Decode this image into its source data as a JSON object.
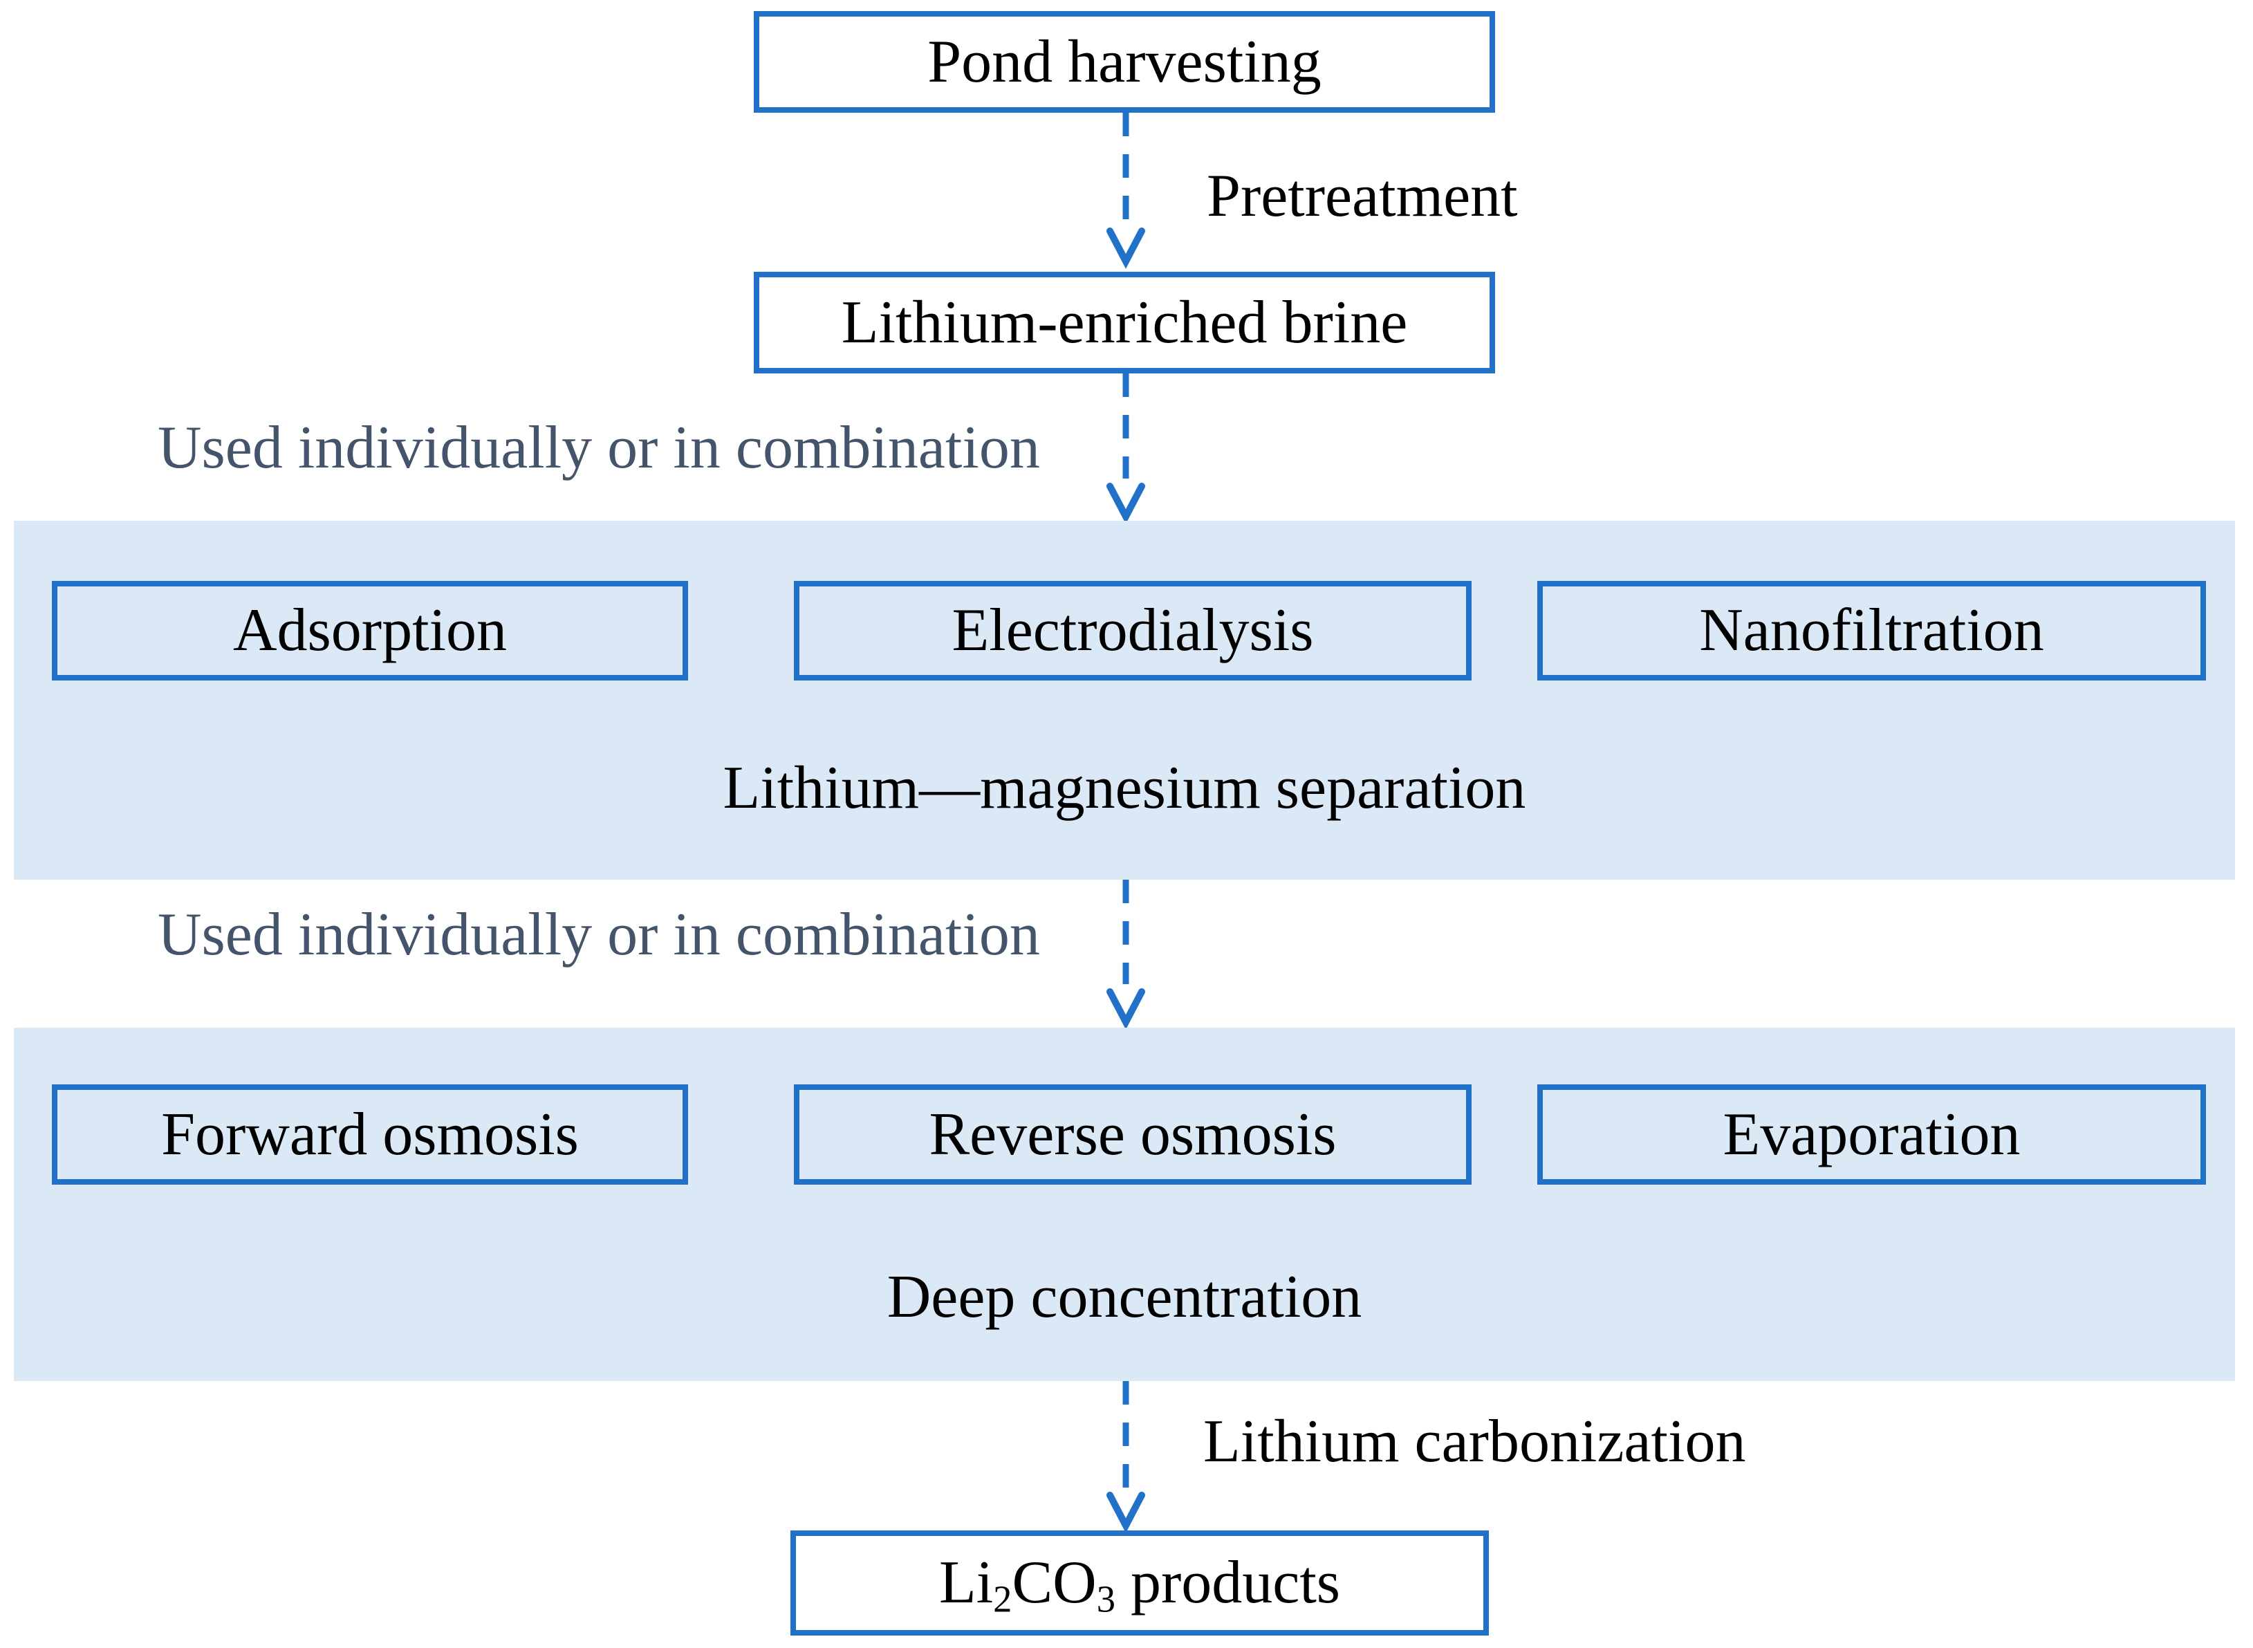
{
  "diagram": {
    "title_implicit": "Lithium recovery from brine flowchart",
    "nodes": {
      "pond": "Pond harvesting",
      "brine": "Lithium-enriched brine",
      "product_prefix": "Li",
      "product_sub_a": "2",
      "product_mid": "CO",
      "product_sub_b": "3",
      "product_suffix": " products"
    },
    "arrow_labels": {
      "pretreatment": "Pretreatment",
      "combination_top": "Used individually or in combination",
      "combination_bottom": "Used individually or in combination",
      "carbonization": "Lithium carbonization"
    },
    "stage1": {
      "methods": [
        "Adsorption",
        "Electrodialysis",
        "Nanofiltration"
      ],
      "caption": "Lithium—magnesium separation"
    },
    "stage2": {
      "methods": [
        "Forward osmosis",
        "Reverse osmosis",
        "Evaporation"
      ],
      "caption": "Deep concentration"
    }
  },
  "colors": {
    "box_border_blue": "#2271c8",
    "arrow_blue": "#2271c8",
    "panel_fill": "#dbe8f5",
    "combination_label_color": "#44546a",
    "text_color": "#000000",
    "background": "#ffffff"
  }
}
